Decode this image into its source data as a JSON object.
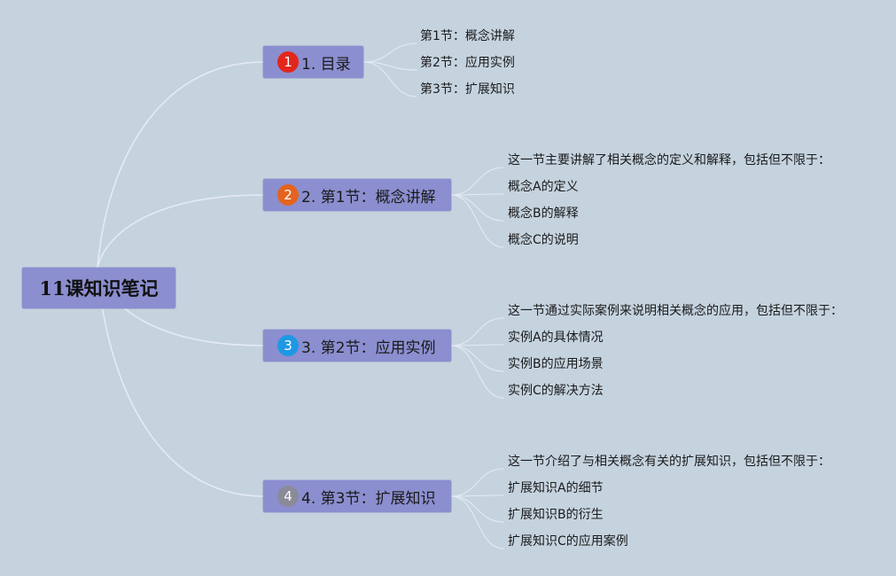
{
  "colors": {
    "background": "#c5d3df",
    "node_fill": "#8b8ecf",
    "connector": "#e4ebf2"
  },
  "root": {
    "label": "11课知识笔记"
  },
  "branches": [
    {
      "number": "1",
      "label": "1. 目录",
      "badge_color": "#e3261c",
      "children": [
        "第1节：概念讲解",
        "第2节：应用实例",
        "第3节：扩展知识"
      ]
    },
    {
      "number": "2",
      "label": "2. 第1节：概念讲解",
      "badge_color": "#e4641f",
      "children": [
        "这一节主要讲解了相关概念的定义和解释，包括但不限于：",
        "概念A的定义",
        "概念B的解释",
        "概念C的说明"
      ]
    },
    {
      "number": "3",
      "label": "3. 第2节：应用实例",
      "badge_color": "#1e98e4",
      "children": [
        "这一节通过实际案例来说明相关概念的应用，包括但不限于：",
        "实例A的具体情况",
        "实例B的应用场景",
        "实例C的解决方法"
      ]
    },
    {
      "number": "4",
      "label": "4. 第3节：扩展知识",
      "badge_color": "#8a8a99",
      "children": [
        "这一节介绍了与相关概念有关的扩展知识，包括但不限于：",
        "扩展知识A的细节",
        "扩展知识B的衍生",
        "扩展知识C的应用案例"
      ]
    }
  ]
}
